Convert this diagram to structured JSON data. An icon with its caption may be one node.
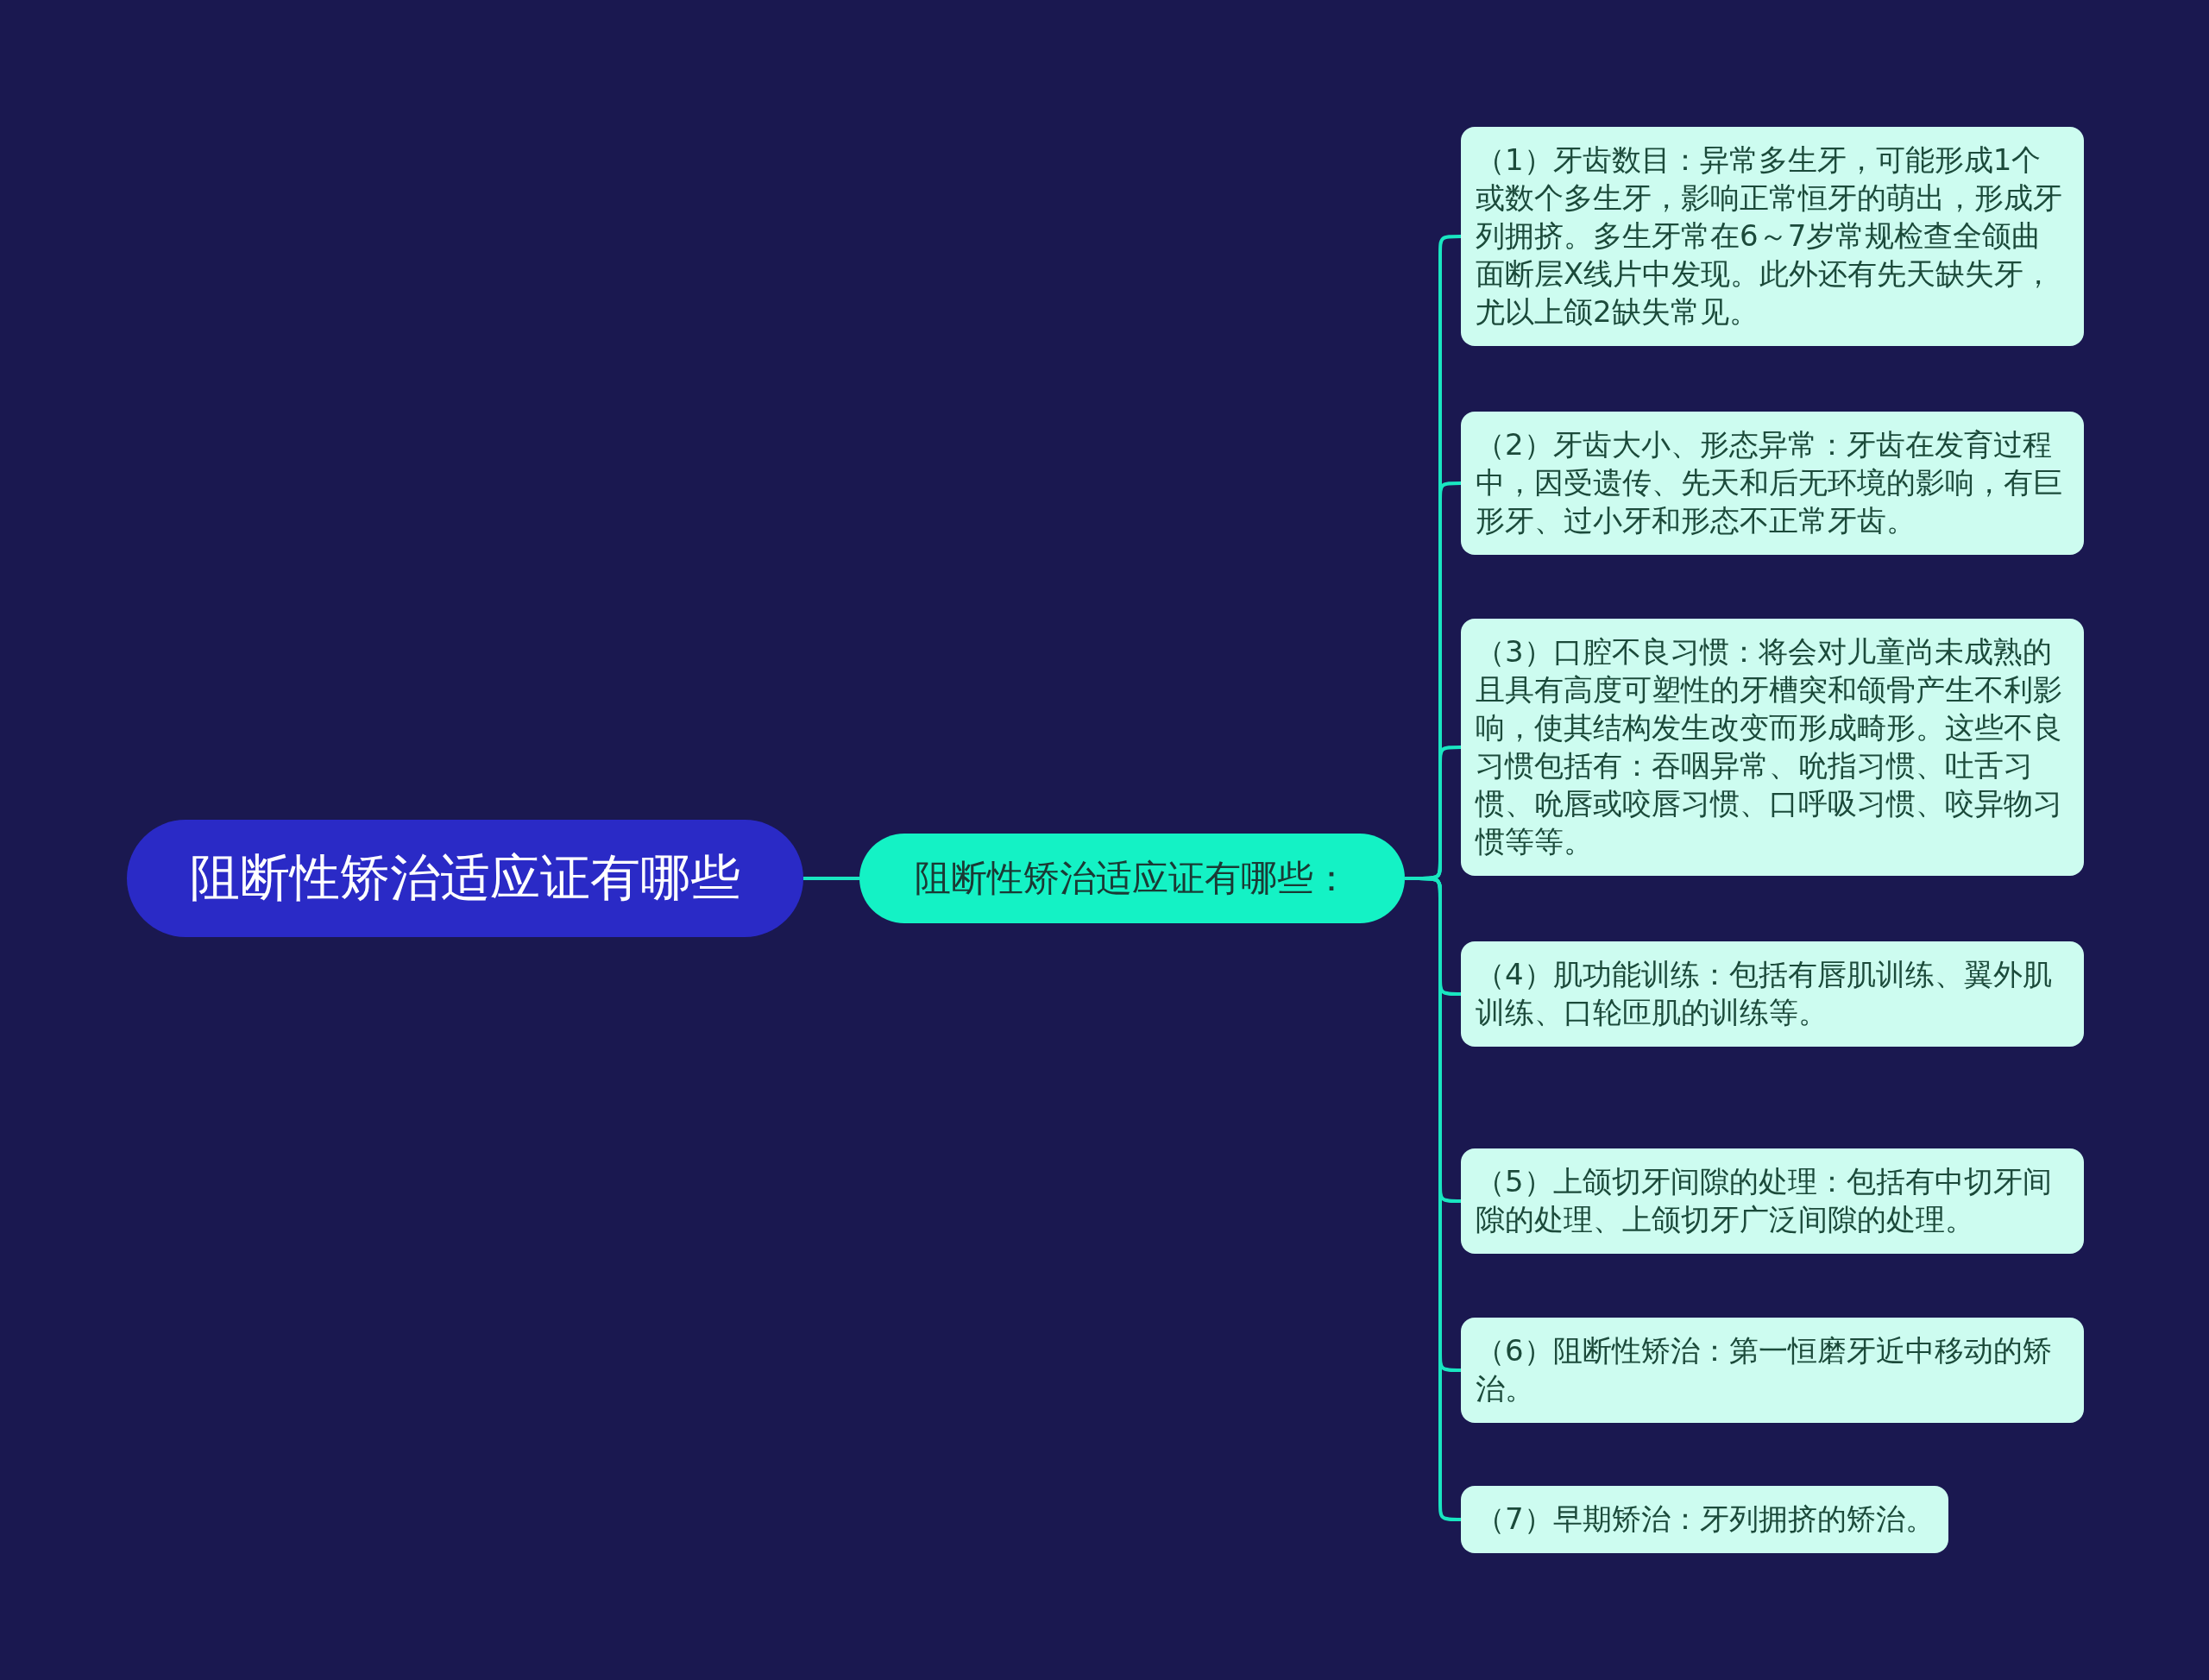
{
  "diagram": {
    "nodes": [
      {
        "text": [
          "阻断性矫治适应证有哪些"
        ]
      },
      {
        "text": [
          "阻断性矫治适应证有哪些："
        ]
      },
      {
        "text": [
          "（1）牙齿数目：异常多生牙，可能形成1个或数个多生牙，影响正常恒牙的萌出，形成牙列拥挤。多生牙常在6～7岁常规检查全颌曲面断层X线片中发现。此外还有先天缺失牙，尤以上颌2缺失常见。"
        ]
      },
      {
        "text": [
          "（2）牙齿大小、形态异常：牙齿在发育过程中，因受遗传、先天和后无环境的影响，有巨形牙、过小牙和形态不正常牙齿。"
        ]
      },
      {
        "text": [
          "（3）口腔不良习惯：将会对儿童尚未成熟的且具有高度可塑性的牙槽突和颌骨产生不利影响，使其结构发生改变而形成畸形。这些不良习惯包括有：吞咽异常、吮指习惯、吐舌习惯、吮唇或咬唇习惯、口呼吸习惯、咬异物习惯等等。"
        ]
      },
      {
        "text": [
          "（4）肌功能训练：包括有唇肌训练、翼外肌训练、口轮匝肌的训练等。"
        ]
      },
      {
        "text": [
          "（5）上颌切牙间隙的处理：包括有中切牙间隙的处理、上颌切牙广泛间隙的处理。"
        ]
      },
      {
        "text": [
          "（6）阻断性矫治：第一恒磨牙近中移动的矫治。"
        ]
      },
      {
        "text": [
          "（7）早期矫治：牙列拥挤的矫治。"
        ]
      }
    ],
    "edges": [
      {
        "from": 0,
        "to": 1,
        "arrow": "none"
      },
      {
        "from": 1,
        "to": 2,
        "arrow": "none"
      },
      {
        "from": 1,
        "to": 3,
        "arrow": "none"
      },
      {
        "from": 1,
        "to": 4,
        "arrow": "none"
      },
      {
        "from": 1,
        "to": 5,
        "arrow": "none"
      },
      {
        "from": 1,
        "to": 6,
        "arrow": "none"
      },
      {
        "from": 1,
        "to": 7,
        "arrow": "none"
      },
      {
        "from": 1,
        "to": 8,
        "arrow": "none"
      }
    ]
  }
}
